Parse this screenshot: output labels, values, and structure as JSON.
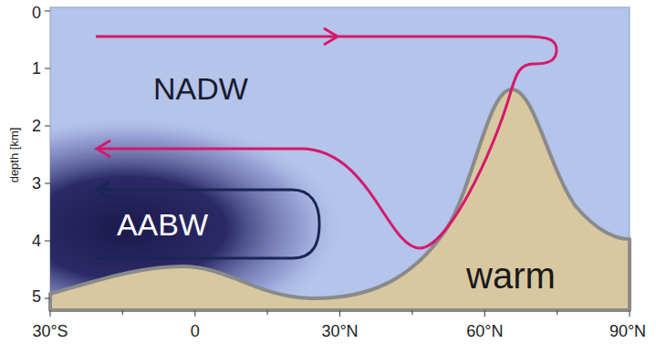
{
  "diagram": {
    "labels": [
      "NADW",
      "AABW",
      "warm",
      "depth [km]",
      "0",
      "1",
      "2",
      "3",
      "4",
      "5",
      "30°S",
      "0",
      "30°N",
      "60°N",
      "90°N"
    ]
  }
}
